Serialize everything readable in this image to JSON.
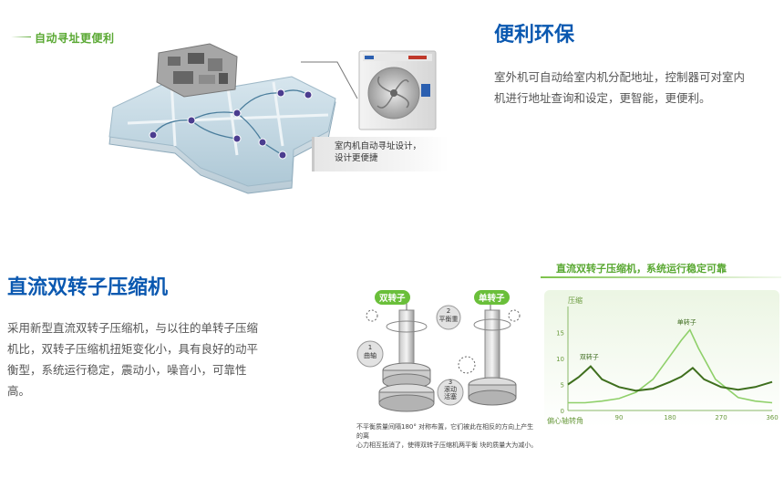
{
  "top_left": {
    "tag": "自动寻址更便利",
    "caption_line1": "室内机自动寻址设计，",
    "caption_line2": "设计更便捷"
  },
  "section1": {
    "title": "便利环保",
    "body_line1": "室外机可自动给室内机分配地址，控制器可对室内",
    "body_line2": "机进行地址查询和设定，更智能，更便利。"
  },
  "section2": {
    "title": "直流双转子压缩机",
    "body_line1": "采用新型直流双转子压缩机，与以往的单转子压缩",
    "body_line2": "机比，双转子压缩机扭矩变化小，具有良好的动平",
    "body_line3": "衡型，系统运行稳定，震动小，噪音小，可靠性",
    "body_line4": "高。"
  },
  "diagram": {
    "label_dual": "双转子",
    "label_single": "单转子",
    "badge1_num": "1",
    "badge1_text": "曲轴",
    "badge2_num": "2",
    "badge2_text": "平衡重",
    "badge3_num": "3",
    "badge3_text": "滚动活塞",
    "note_line1": "不平衡质量间隔180° 对称布置，它们被此在相反的方向上产生的离",
    "note_line2": "心力相互抵消了，使得双转子压缩机两平衡 块的质量大为减小。"
  },
  "chart_data": {
    "type": "line",
    "title": "直流双转子压缩机，系统运行稳定可靠",
    "xlabel": "偏心轴转角",
    "ylabel": "压缩",
    "x_ticks": [
      "90",
      "180",
      "270",
      "360"
    ],
    "y_ticks": [
      "15",
      "10",
      "5",
      "0"
    ],
    "xlim": [
      0,
      360
    ],
    "ylim": [
      0,
      20
    ],
    "series": [
      {
        "name": "单转子",
        "color": "#8fd06a",
        "x": [
          0,
          30,
          60,
          90,
          120,
          150,
          180,
          200,
          215,
          230,
          260,
          300,
          330,
          360
        ],
        "y": [
          1.5,
          1.5,
          1.8,
          2.3,
          3.5,
          6.0,
          10.5,
          13.5,
          15.5,
          12.0,
          6.0,
          2.5,
          1.8,
          1.5
        ]
      },
      {
        "name": "双转子",
        "color": "#3f6f1e",
        "x": [
          0,
          20,
          40,
          60,
          90,
          120,
          150,
          180,
          200,
          220,
          240,
          270,
          300,
          330,
          360
        ],
        "y": [
          5.0,
          6.5,
          8.5,
          6.0,
          4.5,
          3.8,
          4.2,
          5.5,
          6.5,
          8.2,
          6.0,
          4.5,
          4.0,
          4.5,
          5.5
        ]
      }
    ],
    "background": "#e6f2da",
    "grid": false
  }
}
